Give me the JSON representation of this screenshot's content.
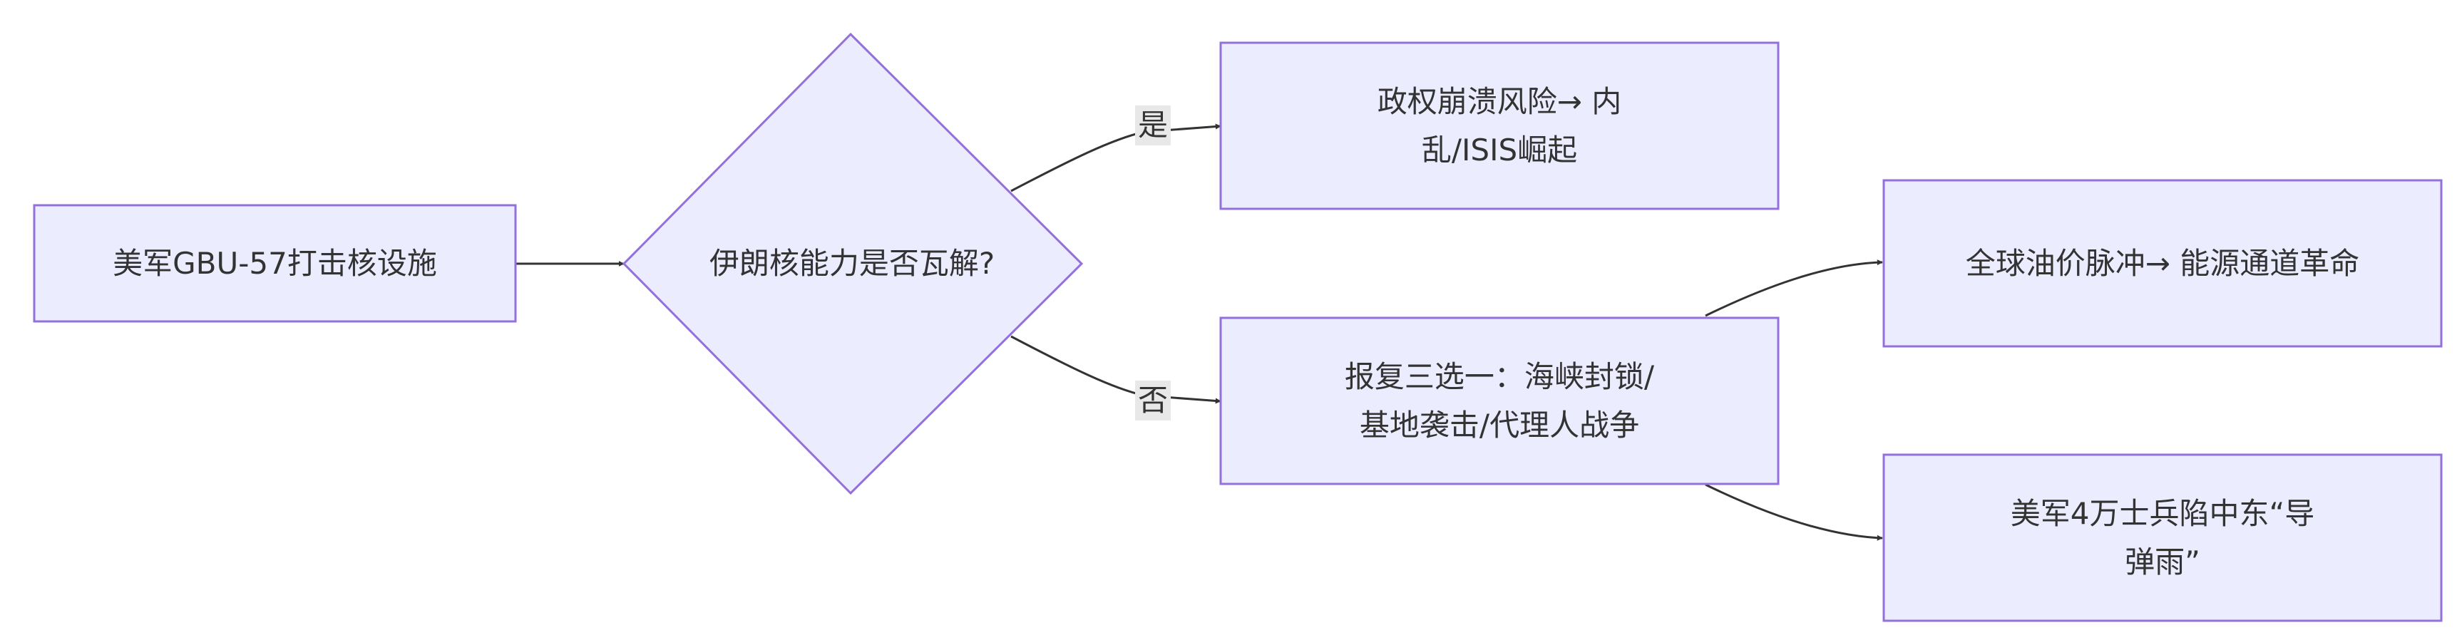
{
  "nodes": {
    "strike": "美军GBU-57打击核设施",
    "decision": "伊朗核能力是否瓦解?",
    "collapse": "政权崩溃风险→ 内乱/ISIS崛起",
    "retaliation": "报复三选一：海峡封锁/基地袭击/代理人战争",
    "oil": "全球油价脉冲→ 能源通道革命",
    "troops": "美军4万士兵陷中东“导弹雨”"
  },
  "edges": {
    "yes": "是",
    "no": "否"
  },
  "colors": {
    "node_fill": "#ECECFF",
    "node_stroke": "#9370DB",
    "edge": "#333333",
    "edge_label_bg": "#e8e8e8"
  }
}
